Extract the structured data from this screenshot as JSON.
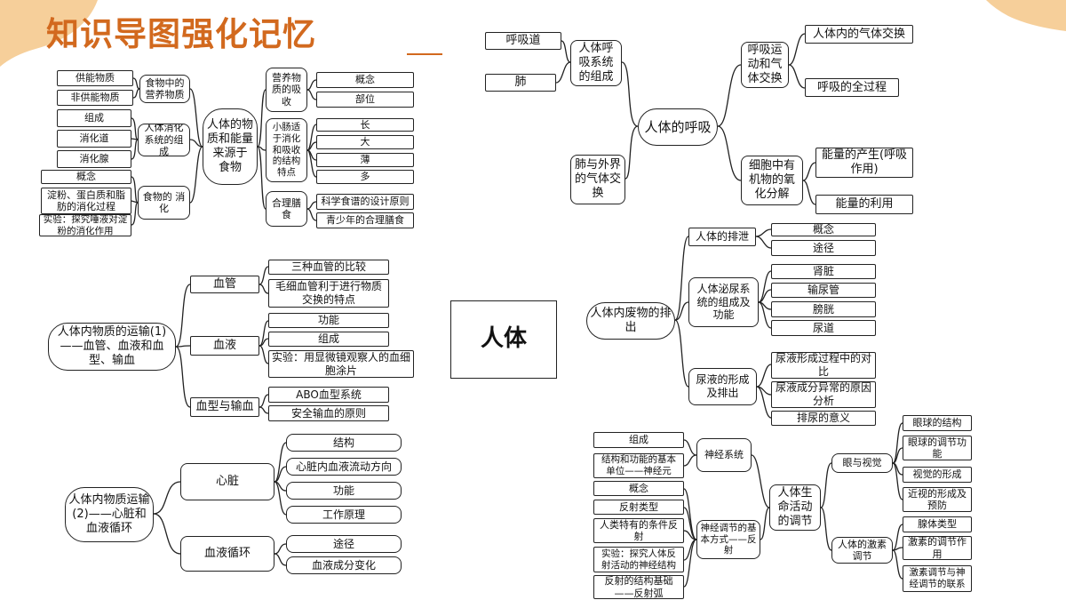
{
  "title": "知识导图强化记忆",
  "center": "人体",
  "colors": {
    "title": "#d2691e",
    "decor": "#f6cf9a",
    "line": "#222222"
  },
  "nodes": {
    "a1": "供能物质",
    "a2": "非供能物质",
    "a3": "组成",
    "a4": "消化道",
    "a5": "消化腺",
    "a6": "概念",
    "a7": "淀粉、蛋白质和脂肪的消化过程",
    "a8": "实验：探究唾液对淀粉的消化作用",
    "a9": "食物中的营养物质",
    "a10": "人体消化系统的组成",
    "a11": "食物的 消化",
    "a12": "人体的物质和能量来源于 食物",
    "a13": "营养物质的吸收",
    "a14": "小肠适于消化和吸收的结构特点",
    "a15": "合理膳食",
    "a16": "概念",
    "a17": "部位",
    "a18": "长",
    "a19": "大",
    "a20": "薄",
    "a21": "多",
    "a22": "科学食谱的设计原则",
    "a23": "青少年的合理膳食",
    "b1": "呼吸道",
    "b2": "肺",
    "b3": "人体呼吸系统的组成",
    "b4": "肺与外界的气体交换",
    "b5": "人体的呼吸",
    "b6": "呼吸运动和气体交换",
    "b7": "细胞中有机物的氧化分解",
    "b8": "人体内的气体交换",
    "b9": "呼吸的全过程",
    "b10": "能量的产生(呼吸作用)",
    "b11": "能量的利用",
    "c1": "人体内物质的运输(1)——血管、血液和血型、输血",
    "c2": "血管",
    "c3": "血液",
    "c4": "血型与输血",
    "c5": "三种血管的比较",
    "c6": "毛细血管利于进行物质交换的特点",
    "c7": "功能",
    "c8": "组成",
    "c9": "实验：用显微镜观察人的血细胞涂片",
    "c10": "ABO血型系统",
    "c11": "安全输血的原则",
    "d1": "人体内物质运输(2)——心脏和血液循环",
    "d2": "心脏",
    "d3": "血液循环",
    "d4": "结构",
    "d5": "心脏内血液流动方向",
    "d6": "功能",
    "d7": "工作原理",
    "d8": "途径",
    "d9": "血液成分变化",
    "e1": "人体内废物的排出",
    "e2": "人体的排泄",
    "e3": "人体泌尿系统的组成及功能",
    "e4": "尿液的形成及排出",
    "e5": "概念",
    "e6": "途径",
    "e7": "肾脏",
    "e8": "输尿管",
    "e9": "膀胱",
    "e10": "尿道",
    "e11": "尿液形成过程中的对比",
    "e12": "尿液成分异常的原因分析",
    "e13": "排尿的意义",
    "f1": "组成",
    "f2": "结构和功能的基本单位——神经元",
    "f3": "概念",
    "f4": "反射类型",
    "f5": "人类特有的条件反射",
    "f6": "实验：探究人体反射活动的神经结构",
    "f7": "反射的结构基础——反射弧",
    "f8": "神经系统",
    "f9": "神经调节的基本方式——反射",
    "f10": "人体生命活动的调节",
    "f11": "眼与视觉",
    "f12": "人体的激素调节",
    "f13": "眼球的结构",
    "f14": "眼球的调节功能",
    "f15": "视觉的形成",
    "f16": "近视的形成及预防",
    "f17": "腺体类型",
    "f18": "激素的调节作用",
    "f19": "激素调节与神经调节的联系"
  }
}
